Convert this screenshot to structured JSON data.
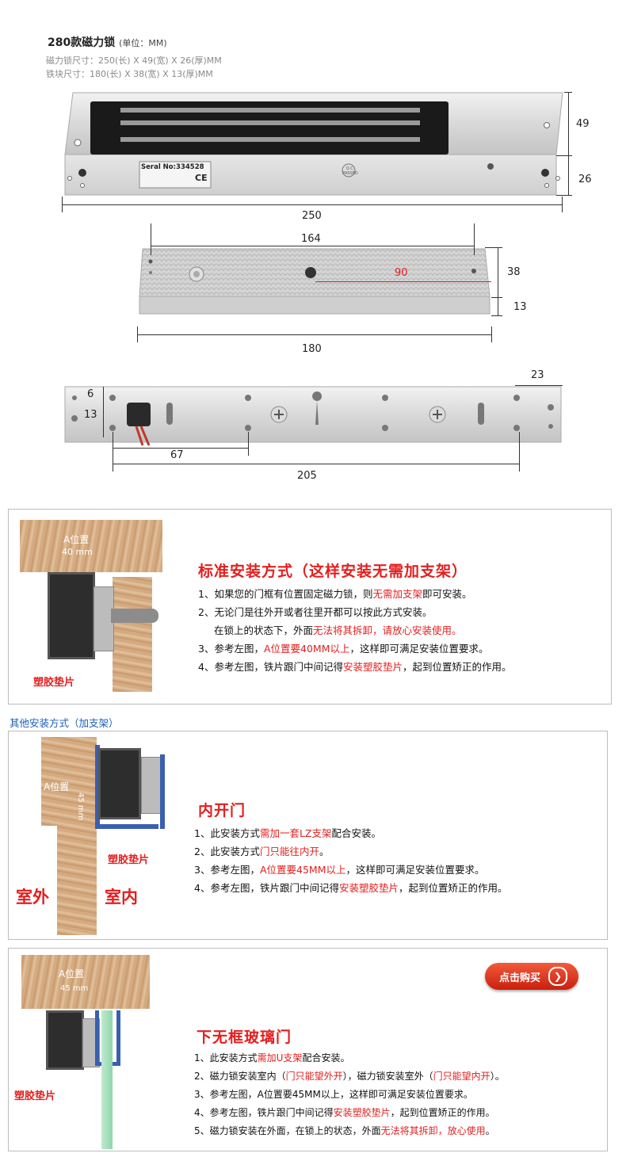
{
  "header": {
    "title": "280款磁力锁",
    "unit": "(单位：MM)",
    "spec_lock": "磁力锁尺寸：250(长) X 49(宽) X 26(厚)MM",
    "spec_plate": "铁块尺寸：180(长) X 38(宽) X 13(厚)MM"
  },
  "lock": {
    "serial": "Seral No:334528",
    "qc": "Q.C. PASSED",
    "ce": "CE",
    "dim_length": "250",
    "dim_height_top": "49",
    "dim_height_bottom": "26"
  },
  "plate": {
    "dim_164": "164",
    "dim_90": "90",
    "dim_38": "38",
    "dim_13": "13",
    "dim_180": "180"
  },
  "bracket": {
    "dim_6": "6",
    "dim_13": "13",
    "dim_23": "23",
    "dim_67": "67",
    "dim_205": "205"
  },
  "section1": {
    "img_label_a": "A位置",
    "img_label_mm": "40 mm",
    "img_label_pad": "塑胶垫片",
    "title": "标准安装方式（这样安装无需加支架）",
    "l1_a": "1、如果您的门框有位置固定磁力锁，则",
    "l1_b": "无需加支架",
    "l1_c": "即可安装。",
    "l2": "2、无论门是往外开或者往里开都可以按此方式安装。",
    "l3_a": "在锁上的状态下，外面",
    "l3_b": "无法将其拆卸，请放心安装使用。",
    "l4_a": "3、参考左图，",
    "l4_b": "A位置要40MM以上",
    "l4_c": "，这样即可满足安装位置要求。",
    "l5_a": "4、参考左图，铁片跟门中间记得",
    "l5_b": "安装塑胶垫片",
    "l5_c": "，起到位置矫正的作用。"
  },
  "other_caption": "其他安装方式（加支架）",
  "section2": {
    "img_label_a": "A位置",
    "img_label_mm": "45 mm",
    "img_label_pad": "塑胶垫片",
    "outside": "室外",
    "inside": "室内",
    "title": "内开门",
    "l1_a": "1、此安装方式",
    "l1_b": "需加一套LZ支架",
    "l1_c": "配合安装。",
    "l2_a": "2、此安装方式",
    "l2_b": "门只能往内开",
    "l2_c": "。",
    "l3_a": "3、参考左图，",
    "l3_b": "A位置要45MM以上",
    "l3_c": "，这样即可满足安装位置要求。",
    "l4_a": "4、参考左图，铁片跟门中间记得",
    "l4_b": "安装塑胶垫片",
    "l4_c": "，起到位置矫正的作用。"
  },
  "section3": {
    "img_label_a": "A位置",
    "img_label_mm": "45 mm",
    "img_label_pad": "塑胶垫片",
    "buy": "点击购买",
    "title": "下无框玻璃门",
    "l1_a": "1、此安装方式",
    "l1_b": "需加U支架",
    "l1_c": "配合安装。",
    "l2_a": "2、磁力锁安装室内（",
    "l2_b": "门只能望外开",
    "l2_c": "），磁力锁安装室外（",
    "l2_d": "门只能望内开",
    "l2_e": "）。",
    "l3": "3、参考左图，A位置要45MM以上，这样即可满足安装位置要求。",
    "l4_a": "4、参考左图，铁片跟门中间记得",
    "l4_b": "安装塑胶垫片",
    "l4_c": "，起到位置矫正的作用。",
    "l5_a": "5、磁力锁安装在外面，在锁上的状态，外面",
    "l5_b": "无法将其拆卸，放心使用",
    "l5_c": "。"
  }
}
